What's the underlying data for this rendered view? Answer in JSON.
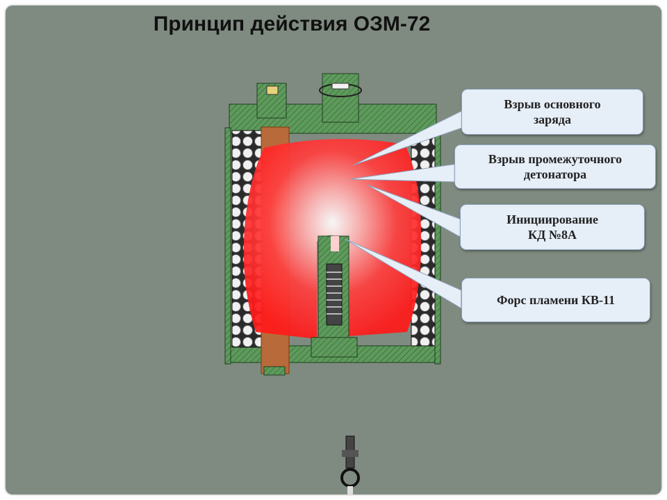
{
  "title": "Принцип действия ОЗМ-72",
  "callouts": [
    {
      "lines": [
        "Взрыв основного",
        "заряда"
      ]
    },
    {
      "lines": [
        "Взрыв промежуточного",
        "детонатора"
      ]
    },
    {
      "lines": [
        "Инициирование",
        "КД №8А"
      ]
    },
    {
      "lines": [
        "Форс пламени КВ-11"
      ]
    }
  ],
  "colors": {
    "background": "#7f8b80",
    "casing": "#3f7f3f",
    "explosion": "#ff2a2a",
    "callout_fill": "#e6eef8"
  }
}
